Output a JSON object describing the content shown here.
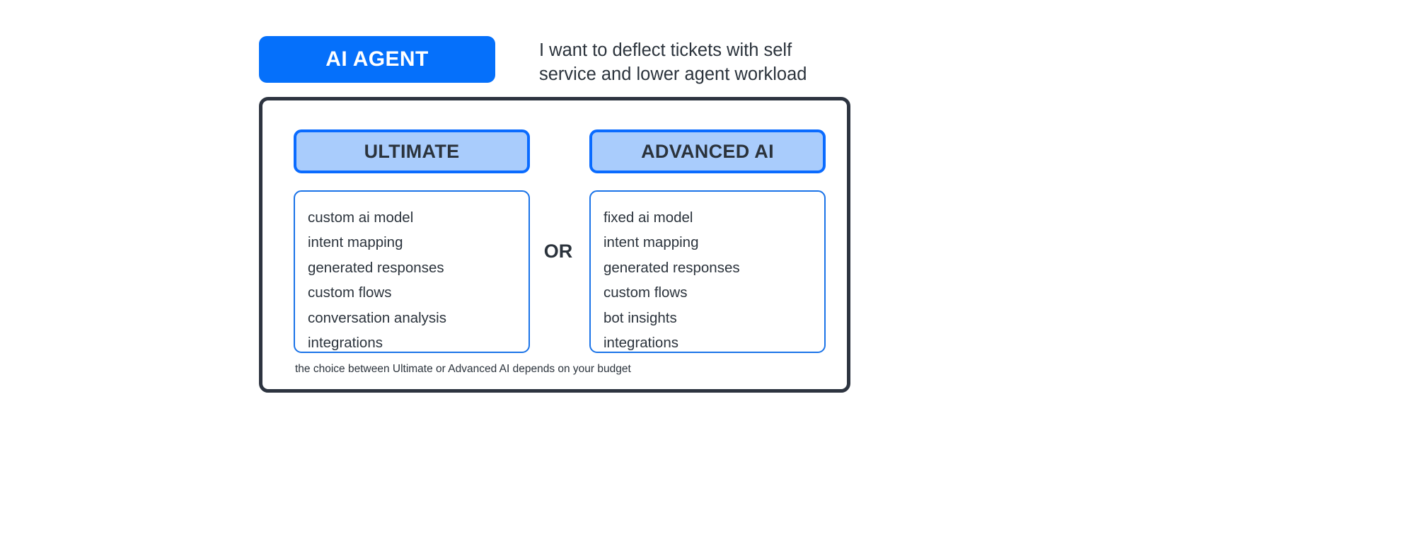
{
  "header": {
    "agent_label": "AI AGENT",
    "description": "I want to deflect tickets with self service and lower agent workload"
  },
  "comparison": {
    "divider_label": "OR",
    "footnote": "the choice between Ultimate or Advanced AI depends on your budget",
    "columns": [
      {
        "title": "ULTIMATE",
        "features": [
          "custom ai model",
          "intent mapping",
          "generated responses",
          "custom flows",
          "conversation analysis",
          "integrations"
        ]
      },
      {
        "title": "ADVANCED AI",
        "features": [
          "fixed ai model",
          "intent mapping",
          "generated responses",
          "custom flows",
          "bot insights",
          "integrations"
        ]
      }
    ]
  },
  "colors": {
    "accent_blue": "#0570fb",
    "pill_fill": "#a9ccfc",
    "pill_border": "#0a6bff",
    "box_border": "#1a73e8",
    "outer_border": "#2d3440",
    "text_dark": "#2b333c"
  }
}
